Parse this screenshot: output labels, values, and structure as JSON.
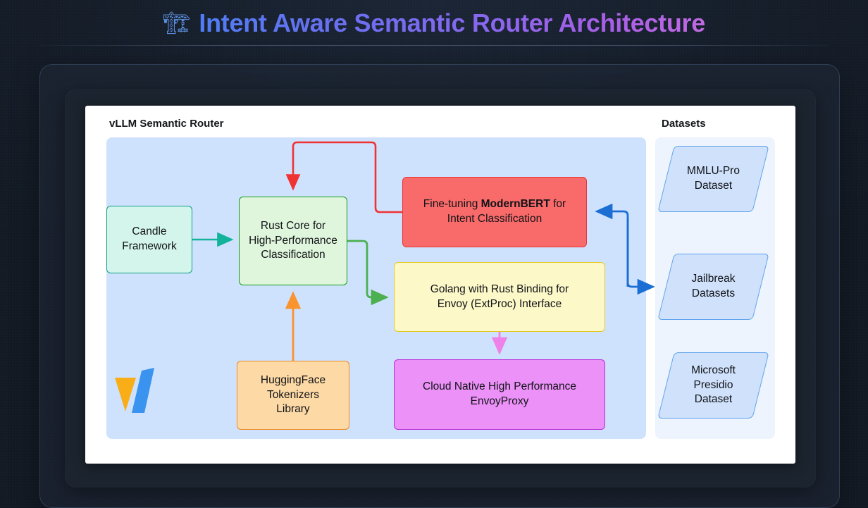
{
  "header": {
    "icon": "crane-icon",
    "icon_glyph": "🏗",
    "title": "Intent Aware Semantic Router Architecture",
    "gradient_from": "#4f7df5",
    "gradient_to": "#c06ae0"
  },
  "diagram": {
    "clusters": [
      {
        "id": "router",
        "label": "vLLM Semantic Router",
        "bg": "#cfe2fd"
      },
      {
        "id": "datasets",
        "label": "Datasets",
        "bg": "#edf4fe"
      }
    ],
    "nodes": [
      {
        "id": "candle",
        "label": "Candle Framework",
        "lines": [
          "Candle",
          "Framework"
        ],
        "fill": "#d4f5ec",
        "stroke": "#0f9b86",
        "shape": "rect"
      },
      {
        "id": "rust",
        "label": "Rust Core for High-Performance Classification",
        "lines": [
          "Rust Core for",
          "High-Performance",
          "Classification"
        ],
        "fill": "#dff5dc",
        "stroke": "#119b17",
        "shape": "rect"
      },
      {
        "id": "finetune",
        "label": "Fine-tuning ModernBERT for Intent Classification",
        "lines": [
          "Fine-tuning ModernBERT for",
          "Intent Classification"
        ],
        "bold_term": "ModernBERT",
        "fill": "#f96a6a",
        "stroke": "#e83434",
        "shape": "rect"
      },
      {
        "id": "golang",
        "label": "Golang with Rust Binding for Envoy (ExtProc) Interface",
        "lines": [
          "Golang with Rust Binding for",
          "Envoy (ExtProc) Interface"
        ],
        "fill": "#fcf8c8",
        "stroke": "#e6c824",
        "shape": "rect"
      },
      {
        "id": "hf",
        "label": "HuggingFace Tokenizers Library",
        "lines": [
          "HuggingFace",
          "Tokenizers",
          "Library"
        ],
        "fill": "#fcd9a5",
        "stroke": "#ef8b25",
        "shape": "rect"
      },
      {
        "id": "envoy",
        "label": "Cloud Native High Performance EnvoyProxy",
        "lines": [
          "Cloud Native High Performance",
          "EnvoyProxy"
        ],
        "fill": "#eb91f7",
        "stroke": "#b82fd6",
        "shape": "rect"
      },
      {
        "id": "mmlu",
        "label": "MMLU-Pro Dataset",
        "lines": [
          "MMLU-Pro",
          "Dataset"
        ],
        "fill": "#cfe1fb",
        "stroke": "#5fa3ec",
        "shape": "parallelogram"
      },
      {
        "id": "jailbreak",
        "label": "Jailbreak Datasets",
        "lines": [
          "Jailbreak",
          "Datasets"
        ],
        "fill": "#cfe1fb",
        "stroke": "#5fa3ec",
        "shape": "parallelogram"
      },
      {
        "id": "presidio",
        "label": "Microsoft Presidio Dataset",
        "lines": [
          "Microsoft",
          "Presidio",
          "Dataset"
        ],
        "fill": "#cfe1fb",
        "stroke": "#5fa3ec",
        "shape": "parallelogram"
      }
    ],
    "edges": [
      {
        "id": "candle-to-rust",
        "from": "candle",
        "to": "rust",
        "color": "#12b39a",
        "direction": "right"
      },
      {
        "id": "finetune-to-rust",
        "from": "finetune",
        "to": "rust",
        "color": "#ef3333",
        "direction": "up-left-down"
      },
      {
        "id": "rust-to-golang",
        "from": "rust",
        "to": "golang",
        "color": "#4caf50",
        "direction": "right-down-right"
      },
      {
        "id": "hf-to-rust",
        "from": "hf",
        "to": "rust",
        "color": "#f9942f",
        "direction": "up"
      },
      {
        "id": "golang-to-envoy",
        "from": "golang",
        "to": "envoy",
        "color": "#ef82e8",
        "direction": "down"
      },
      {
        "id": "datasets-to-finetune",
        "from": "jailbreak",
        "to": "finetune",
        "color": "#1b6fd4",
        "direction": "left-up"
      }
    ],
    "logo": {
      "id": "vllm-logo",
      "left_color": "#f9ad17",
      "right_color": "#3b93f0"
    }
  }
}
